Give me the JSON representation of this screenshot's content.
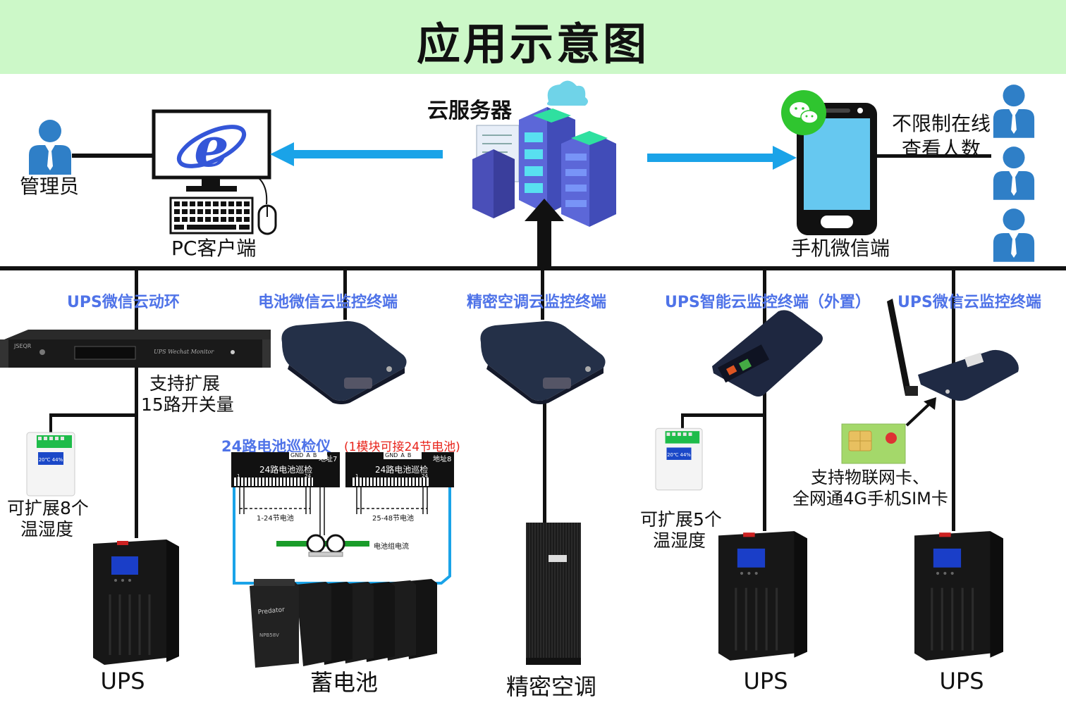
{
  "title": "应用示意图",
  "top": {
    "admin_label": "管理员",
    "pc_label": "PC客户端",
    "cloud_label": "云服务器",
    "phone_label": "手机微信端",
    "unlimited_line1": "不限制在线",
    "unlimited_line2": "查看人数"
  },
  "devices": {
    "d1": "UPS微信云动环",
    "d2": "电池微信云监控终端",
    "d3": "精密空调云监控终端",
    "d4": "UPS智能云监控终端（外置）",
    "d5": "UPS微信云监控终端"
  },
  "notes": {
    "expand15_line1": "支持扩展",
    "expand15_line2": "15路开关量",
    "expand8_line1": "可扩展8个",
    "expand8_line2": "温湿度",
    "expand5_line1": "可扩展5个",
    "expand5_line2": "温湿度",
    "sim_line1": "支持物联网卡、",
    "sim_line2": "全网通4G手机SIM卡"
  },
  "battery_inspector": {
    "title": "24路电池巡检仪",
    "note": "(1模块可接24节电池)",
    "module1_name": "24路电池巡检",
    "module2_name": "24路电池巡检",
    "module1_addr": "地址7",
    "module2_addr": "地址8",
    "range1": "1-24节电池",
    "range2": "25-48节电池",
    "current_label": "电池组电流",
    "gnd": "GND",
    "pin_a": "A",
    "pin_b": "B",
    "tick_start": "1",
    "tick_end": "24"
  },
  "bottom": {
    "ups1": "UPS",
    "battery": "蓄电池",
    "aircon": "精密空调",
    "ups2": "UPS",
    "ups3": "UPS"
  },
  "colors": {
    "banner": "#ccf8c8",
    "accent_blue": "#4f73e8",
    "arrow_blue": "#1aa3e8",
    "note_red": "#e8231a",
    "person_blue": "#2f7fc7"
  }
}
